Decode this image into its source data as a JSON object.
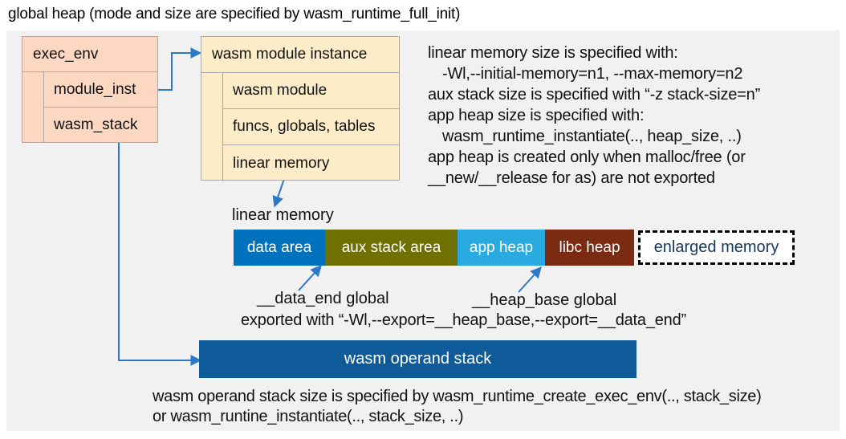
{
  "title": "global heap (mode and size are specified by wasm_runtime_full_init)",
  "exec_env": {
    "title": "exec_env",
    "fields": [
      {
        "label": "module_inst"
      },
      {
        "label": "wasm_stack"
      }
    ]
  },
  "module_instance": {
    "title": "wasm module instance",
    "fields": [
      {
        "label": "wasm module"
      },
      {
        "label": "funcs, globals, tables"
      },
      {
        "label": "linear memory"
      }
    ]
  },
  "notes": {
    "lines": [
      "linear memory size is specified with:",
      "-Wl,--initial-memory=n1, --max-memory=n2",
      "aux stack size is specified with “-z stack-size=n”",
      "app heap size is specified with:",
      "wasm_runtime_instantiate(.., heap_size, ..)",
      "app heap is created only when malloc/free (or",
      "__new/__release for as) are not exported"
    ]
  },
  "linear_memory": {
    "label": "linear memory",
    "segments": [
      {
        "label": "data area"
      },
      {
        "label": "aux stack area"
      },
      {
        "label": "app heap"
      },
      {
        "label": "libc heap"
      },
      {
        "label": "enlarged memory"
      }
    ]
  },
  "globals": {
    "data_end": "__data_end global",
    "heap_base": "__heap_base global",
    "exported": "exported with “-Wl,--export=__heap_base,--export=__data_end”"
  },
  "operand_stack": {
    "label": "wasm operand stack",
    "note_line1": "wasm operand stack size is specified by wasm_runtime_create_exec_env(.., stack_size)",
    "note_line2": "or wasm_runtine_instantiate(.., stack_size, ..)"
  },
  "colors": {
    "panel_bg": "#f1f1f1",
    "box_border": "#a9a9a9",
    "salmon": "#fcd7c2",
    "cream": "#fcedc8",
    "arrow_blue": "#2d79c7",
    "data_area": "#0071bc",
    "aux_stack": "#6f7000",
    "app_heap": "#29abe2",
    "libc_heap": "#7b2b11",
    "operand_stack": "#0f5b99",
    "enlarged_text": "#17365d"
  }
}
